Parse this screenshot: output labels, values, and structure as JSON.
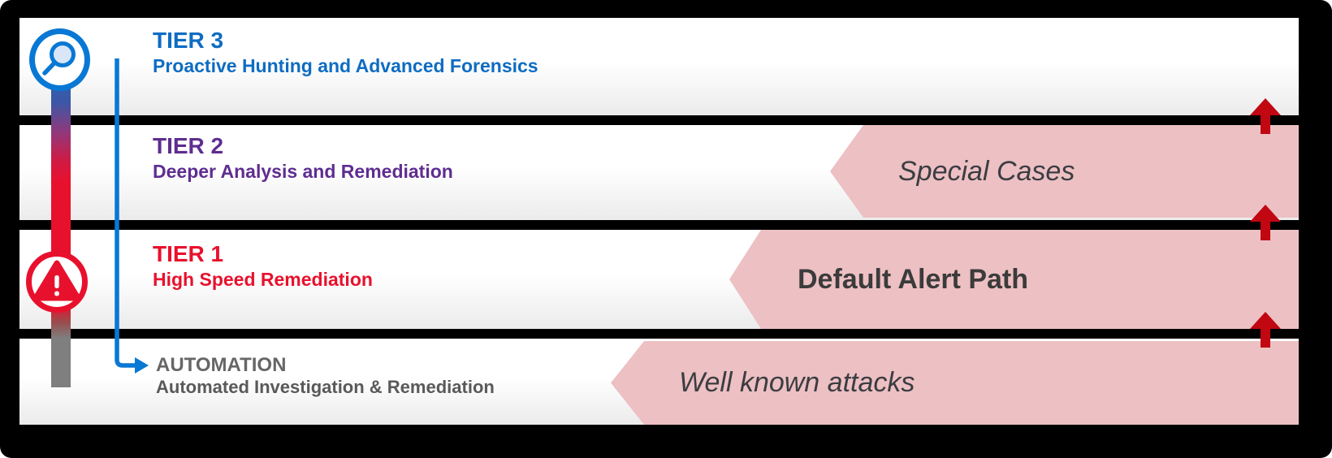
{
  "diagram": {
    "title_semantic": "SOC tier escalation model",
    "tiers": [
      {
        "id": "tier3",
        "title": "TIER 3",
        "subtitle": "Proactive Hunting and Advanced Forensics",
        "color": "#0e6cc2",
        "icon": "magnifier-icon"
      },
      {
        "id": "tier2",
        "title": "TIER 2",
        "subtitle": "Deeper Analysis and Remediation",
        "color": "#5e2d91"
      },
      {
        "id": "tier1",
        "title": "TIER 1",
        "subtitle": "High Speed Remediation",
        "color": "#e8112d",
        "icon": "warning-triangle-icon"
      },
      {
        "id": "automation",
        "title": "AUTOMATION",
        "subtitle": "Automated Investigation & Remediation",
        "color": "#666666"
      }
    ],
    "flow_paths": [
      {
        "label": "Special Cases",
        "tier": "tier2",
        "emphasis": "italic"
      },
      {
        "label": "Default Alert Path",
        "tier": "tier1",
        "emphasis": "bold"
      },
      {
        "label": "Well known attacks",
        "tier": "automation",
        "emphasis": "italic"
      }
    ],
    "icons": {
      "tier3_badge": "magnifier-icon",
      "tier1_badge": "warning-triangle-icon",
      "escalation_arrows": "up-arrow-icon",
      "automation_pointer": "right-arrow-icon"
    },
    "colors": {
      "tier3_blue": "#0e6cc2",
      "tier2_purple": "#5e2d91",
      "tier1_red": "#e8112d",
      "automation_gray": "#666666",
      "chevron_pink": "#edc0c3",
      "chevron_text_dark": "#3b3d42",
      "up_arrow_dark_red": "#c00712",
      "connector_blue": "#0878d4",
      "divider_black": "#000000",
      "gradient_bar_top_blue": "#2f5fae",
      "gradient_bar_mid_red": "#e8112d",
      "gradient_bar_bottom_gray": "#7f7f7f"
    }
  }
}
